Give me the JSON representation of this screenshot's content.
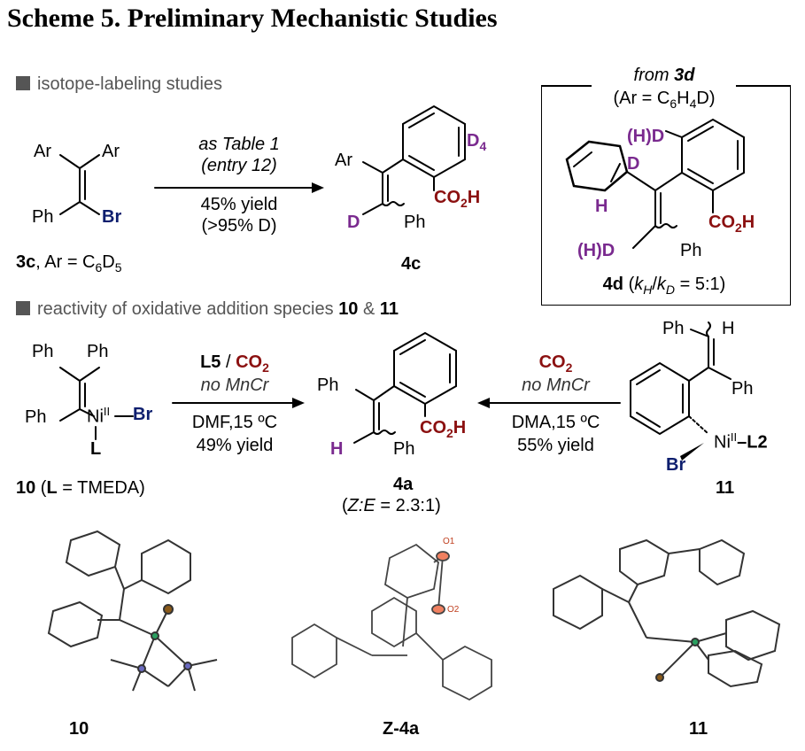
{
  "title": "Scheme 5. Preliminary Mechanistic Studies",
  "sections": {
    "isotope": "isotope-labeling studies",
    "reactivity_prefix": "reactivity of oxidative addition species ",
    "reactivity_a": "10",
    "reactivity_amp": " & ",
    "reactivity_b": "11"
  },
  "scheme1": {
    "sm": {
      "ar1": "Ar",
      "ar2": "Ar",
      "ph": "Ph",
      "br": "Br"
    },
    "sm_label_b": "3c",
    "sm_label_rest": ", Ar = C",
    "sm_sub1": "6",
    "sm_d": "D",
    "sm_sub2": "5",
    "cond1": "as Table 1",
    "cond2": "(entry 12)",
    "cond3": "45% yield",
    "cond4": "(>95% D)",
    "prod": {
      "ar": "Ar",
      "d4": "D",
      "d4_sub": "4",
      "co2h": "CO",
      "co2h_sub": "2",
      "co2h_h": "H",
      "d": "D",
      "ph": "Ph"
    },
    "prod_label": "4c"
  },
  "box": {
    "from": "from ",
    "from_b": "3d",
    "ar_pre": "(Ar = C",
    "ar_s1": "6",
    "ar_mid": "H",
    "ar_s2": "4",
    "ar_post": "D)",
    "hd1": "(H)D",
    "d": "D",
    "h": "H",
    "co2h": "CO",
    "co2h_sub": "2",
    "co2h_h": "H",
    "hd2": "(H)D",
    "ph": "Ph",
    "label_b": "4d",
    "label_rest_a": " (",
    "kh": "k",
    "kh_sub": "H",
    "slash": "/",
    "kd": "k",
    "kd_sub": "D",
    "label_rest_b": " = 5:1)"
  },
  "scheme2": {
    "ni10": {
      "ph1": "Ph",
      "ph2": "Ph",
      "ph3": "Ph",
      "ni": "Ni",
      "ni_sup": "II",
      "br": "Br",
      "l": "L"
    },
    "ni10_label_b": "10",
    "ni10_label_mid": " (",
    "ni10_label_l": "L",
    "ni10_label_end": " = TMEDA)",
    "left_cond": {
      "l5": "L5",
      "slash": " / ",
      "co2": "CO",
      "co2_sub": "2",
      "nomn": "no MnCr",
      "solv": "DMF,15 ºC",
      "yield": "49% yield"
    },
    "prod": {
      "ph1": "Ph",
      "ph2": "Ph",
      "h": "H",
      "co2h": "CO",
      "co2h_sub": "2",
      "co2h_h": "H"
    },
    "prod_label": "4a",
    "prod_ratio_pre": "(",
    "prod_ratio_it": "Z:E",
    "prod_ratio_post": " = 2.3:1)",
    "right_cond": {
      "co2": "CO",
      "co2_sub": "2",
      "nomn": "no MnCr",
      "solv": "DMA,15 ºC",
      "yield": "55% yield"
    },
    "ni11": {
      "ph1": "Ph",
      "h": "H",
      "ph2": "Ph",
      "ni": "Ni",
      "ni_sup": "II",
      "l2": "–L2",
      "br": "Br"
    },
    "ni11_label": "11"
  },
  "crystals": {
    "label1": "10",
    "label2": "Z-4a",
    "label3": "11",
    "o1": "O1",
    "o2": "O2"
  },
  "colors": {
    "purple": "#7a2a8f",
    "navy": "#0d1e6e",
    "maroon": "#8b1010",
    "gray": "#555555"
  }
}
